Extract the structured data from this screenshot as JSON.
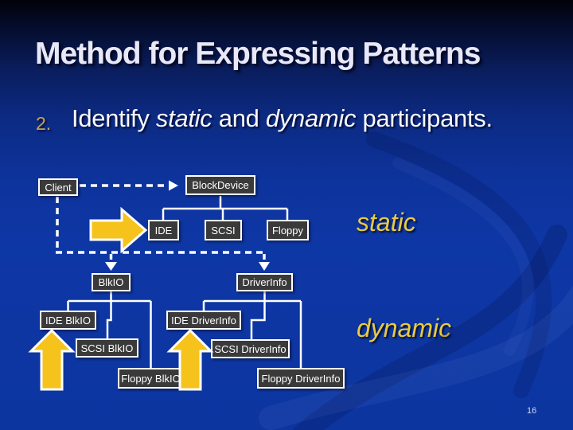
{
  "slide": {
    "title": "Method for Expressing Patterns",
    "bullet": {
      "number": "2.",
      "p1": "Identify ",
      "p2": "static",
      "p3": " and ",
      "p4": "dynamic",
      "p5": " participants."
    },
    "page_number": "16"
  },
  "annotations": {
    "static": "static",
    "dynamic": "dynamic"
  },
  "diagram": {
    "boxes": {
      "client": "Client",
      "blockdevice": "BlockDevice",
      "ide": "IDE",
      "scsi": "SCSI",
      "floppy": "Floppy",
      "blkio": "BlkIO",
      "driverinfo": "DriverInfo",
      "ide_blkio": "IDE BlkIO",
      "scsi_blkio": "SCSI BlkIO",
      "floppy_blkio": "Floppy BlkIO",
      "ide_driverinfo": "IDE DriverInfo",
      "scsi_driverinfo": "SCSI DriverInfo",
      "floppy_driverinfo": "Floppy DriverInfo"
    },
    "colors": {
      "background_top": "#010208",
      "background_main": "#0d36a2",
      "box_fill": "#3a3a3a",
      "box_border": "#ffffff",
      "connector": "#ffffff",
      "arrow_fill": "#f6c31c",
      "accent_yellow": "#e9cb3f",
      "list_number_color": "#c9a254",
      "title_color": "#e8e8f8"
    }
  }
}
